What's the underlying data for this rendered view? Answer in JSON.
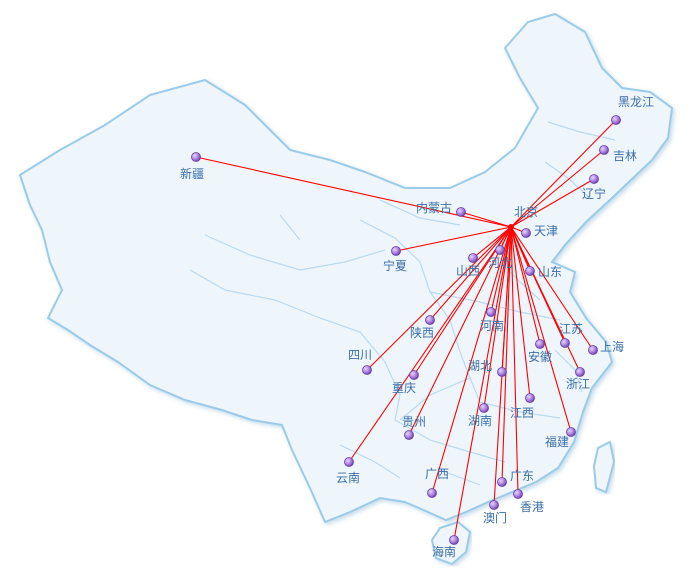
{
  "map": {
    "colors": {
      "land": "#eef6fb",
      "border": "#9ccbe8",
      "inner_border": "#b9daf0",
      "route": "#ff0000",
      "node": "#a97be0",
      "label": "#3b6fa6"
    },
    "hub": {
      "id": "beijing",
      "label": "北京"
    },
    "provinces": [
      {
        "id": "xinjiang",
        "label": "新疆"
      },
      {
        "id": "heilongjiang",
        "label": "黑龙江"
      },
      {
        "id": "jilin",
        "label": "吉林"
      },
      {
        "id": "liaoning",
        "label": "辽宁"
      },
      {
        "id": "neimenggu",
        "label": "内蒙古"
      },
      {
        "id": "tianjin",
        "label": "天津"
      },
      {
        "id": "ningxia",
        "label": "宁夏"
      },
      {
        "id": "shanxi",
        "label": "山西"
      },
      {
        "id": "hebei",
        "label": "河北"
      },
      {
        "id": "shandong",
        "label": "山东"
      },
      {
        "id": "shaanxi",
        "label": "陕西"
      },
      {
        "id": "henan",
        "label": "河南"
      },
      {
        "id": "jiangsu",
        "label": "江苏"
      },
      {
        "id": "shanghai",
        "label": "上海"
      },
      {
        "id": "sichuan",
        "label": "四川"
      },
      {
        "id": "anhui",
        "label": "安徽"
      },
      {
        "id": "hubei",
        "label": "湖北"
      },
      {
        "id": "zhejiang",
        "label": "浙江"
      },
      {
        "id": "chongqing",
        "label": "重庆"
      },
      {
        "id": "jiangxi",
        "label": "江西"
      },
      {
        "id": "guizhou",
        "label": "贵州"
      },
      {
        "id": "hunan",
        "label": "湖南"
      },
      {
        "id": "fujian",
        "label": "福建"
      },
      {
        "id": "yunnan",
        "label": "云南"
      },
      {
        "id": "guangxi",
        "label": "广西"
      },
      {
        "id": "guangdong",
        "label": "广东"
      },
      {
        "id": "xianggang",
        "label": "香港"
      },
      {
        "id": "aomen",
        "label": "澳门"
      },
      {
        "id": "hainan",
        "label": "海南"
      }
    ]
  }
}
